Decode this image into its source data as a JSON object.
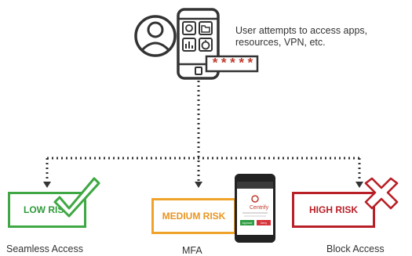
{
  "top": {
    "caption": "User attempts to access apps, resources, VPN, etc.",
    "password_mask": "*****"
  },
  "risk_levels": [
    {
      "label": "LOW RISK",
      "outcome": "Seamless Access",
      "color": "#3fa844"
    },
    {
      "label": "MEDIUM RISK",
      "outcome": "MFA",
      "color": "#f0a32a"
    },
    {
      "label": "HIGH RISK",
      "outcome": "Block Access",
      "color": "#b81f26"
    }
  ],
  "mfa_phone": {
    "brand": "Centrify",
    "approve_label": "Approve",
    "deny_label": "Deny"
  },
  "colors": {
    "line": "#333333",
    "password_stars": "#c0392b"
  },
  "icons": [
    "user-avatar-icon",
    "smartphone-icon",
    "check-icon",
    "x-icon"
  ]
}
